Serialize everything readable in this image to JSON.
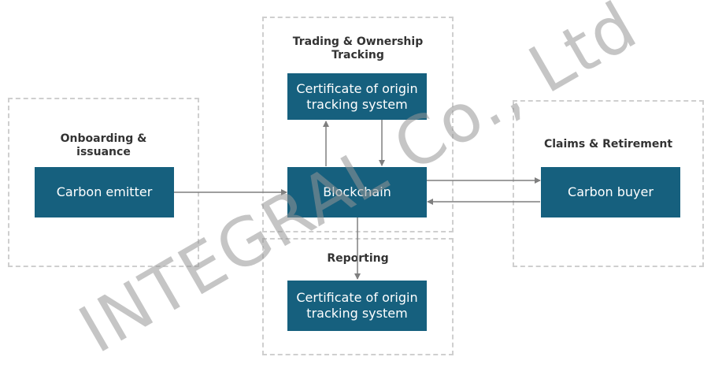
{
  "groups": {
    "onboarding": "Onboarding & issuance",
    "trading": "Trading & Ownership Tracking",
    "reporting": "Reporting",
    "claims": "Claims & Retirement"
  },
  "nodes": {
    "carbon_emitter": "Carbon emitter",
    "blockchain": "Blockchain",
    "certificate_top": "Certificate of origin tracking system",
    "certificate_bottom": "Certificate of origin tracking system",
    "carbon_buyer": "Carbon buyer"
  },
  "watermark": "INTEGRAL Co., Ltd",
  "colors": {
    "node_fill": "#16607e",
    "node_text": "#ffffff",
    "group_border": "#cfcfcf",
    "arrow": "#7f7f7f",
    "watermark": "#969696"
  }
}
